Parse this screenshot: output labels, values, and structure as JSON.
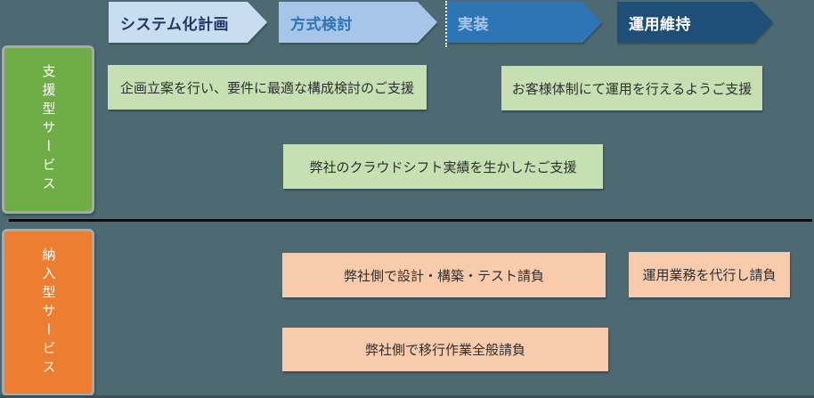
{
  "phases": [
    {
      "label": "システム化計画",
      "fill": "#c9ddf0",
      "text_color": "#1f3864"
    },
    {
      "label": "方式検討",
      "fill": "#a6c5e8",
      "text_color": "#2e75b6"
    },
    {
      "label": "実装",
      "fill": "#2e75b6",
      "text_color": "#a9c8e9"
    },
    {
      "label": "運用維持",
      "fill": "#1f4e79",
      "text_color": "#ffffff"
    }
  ],
  "service_rows": [
    {
      "label": "支援型サービス",
      "header_color": "#70ad47",
      "box_color": "#c6e0b4",
      "boxes": [
        {
          "text": "企画立案を行い、要件に最適な構成検討のご支援"
        },
        {
          "text": "お客様体制にて運用を行えるようご支援"
        },
        {
          "text": "弊社のクラウドシフト実績を生かしたご支援"
        }
      ]
    },
    {
      "label": "納入型サービス",
      "header_color": "#ed7d31",
      "box_color": "#f8cbad",
      "boxes": [
        {
          "text": "弊社側で設計・構築・テスト請負"
        },
        {
          "text": "運用業務を代行し請負"
        },
        {
          "text": "弊社側で移行作業全般請負"
        }
      ]
    }
  ],
  "colors": {
    "background": "#4d6a73",
    "divider": "#0b0b0b",
    "sidebar_border": "#a9a9a9"
  }
}
